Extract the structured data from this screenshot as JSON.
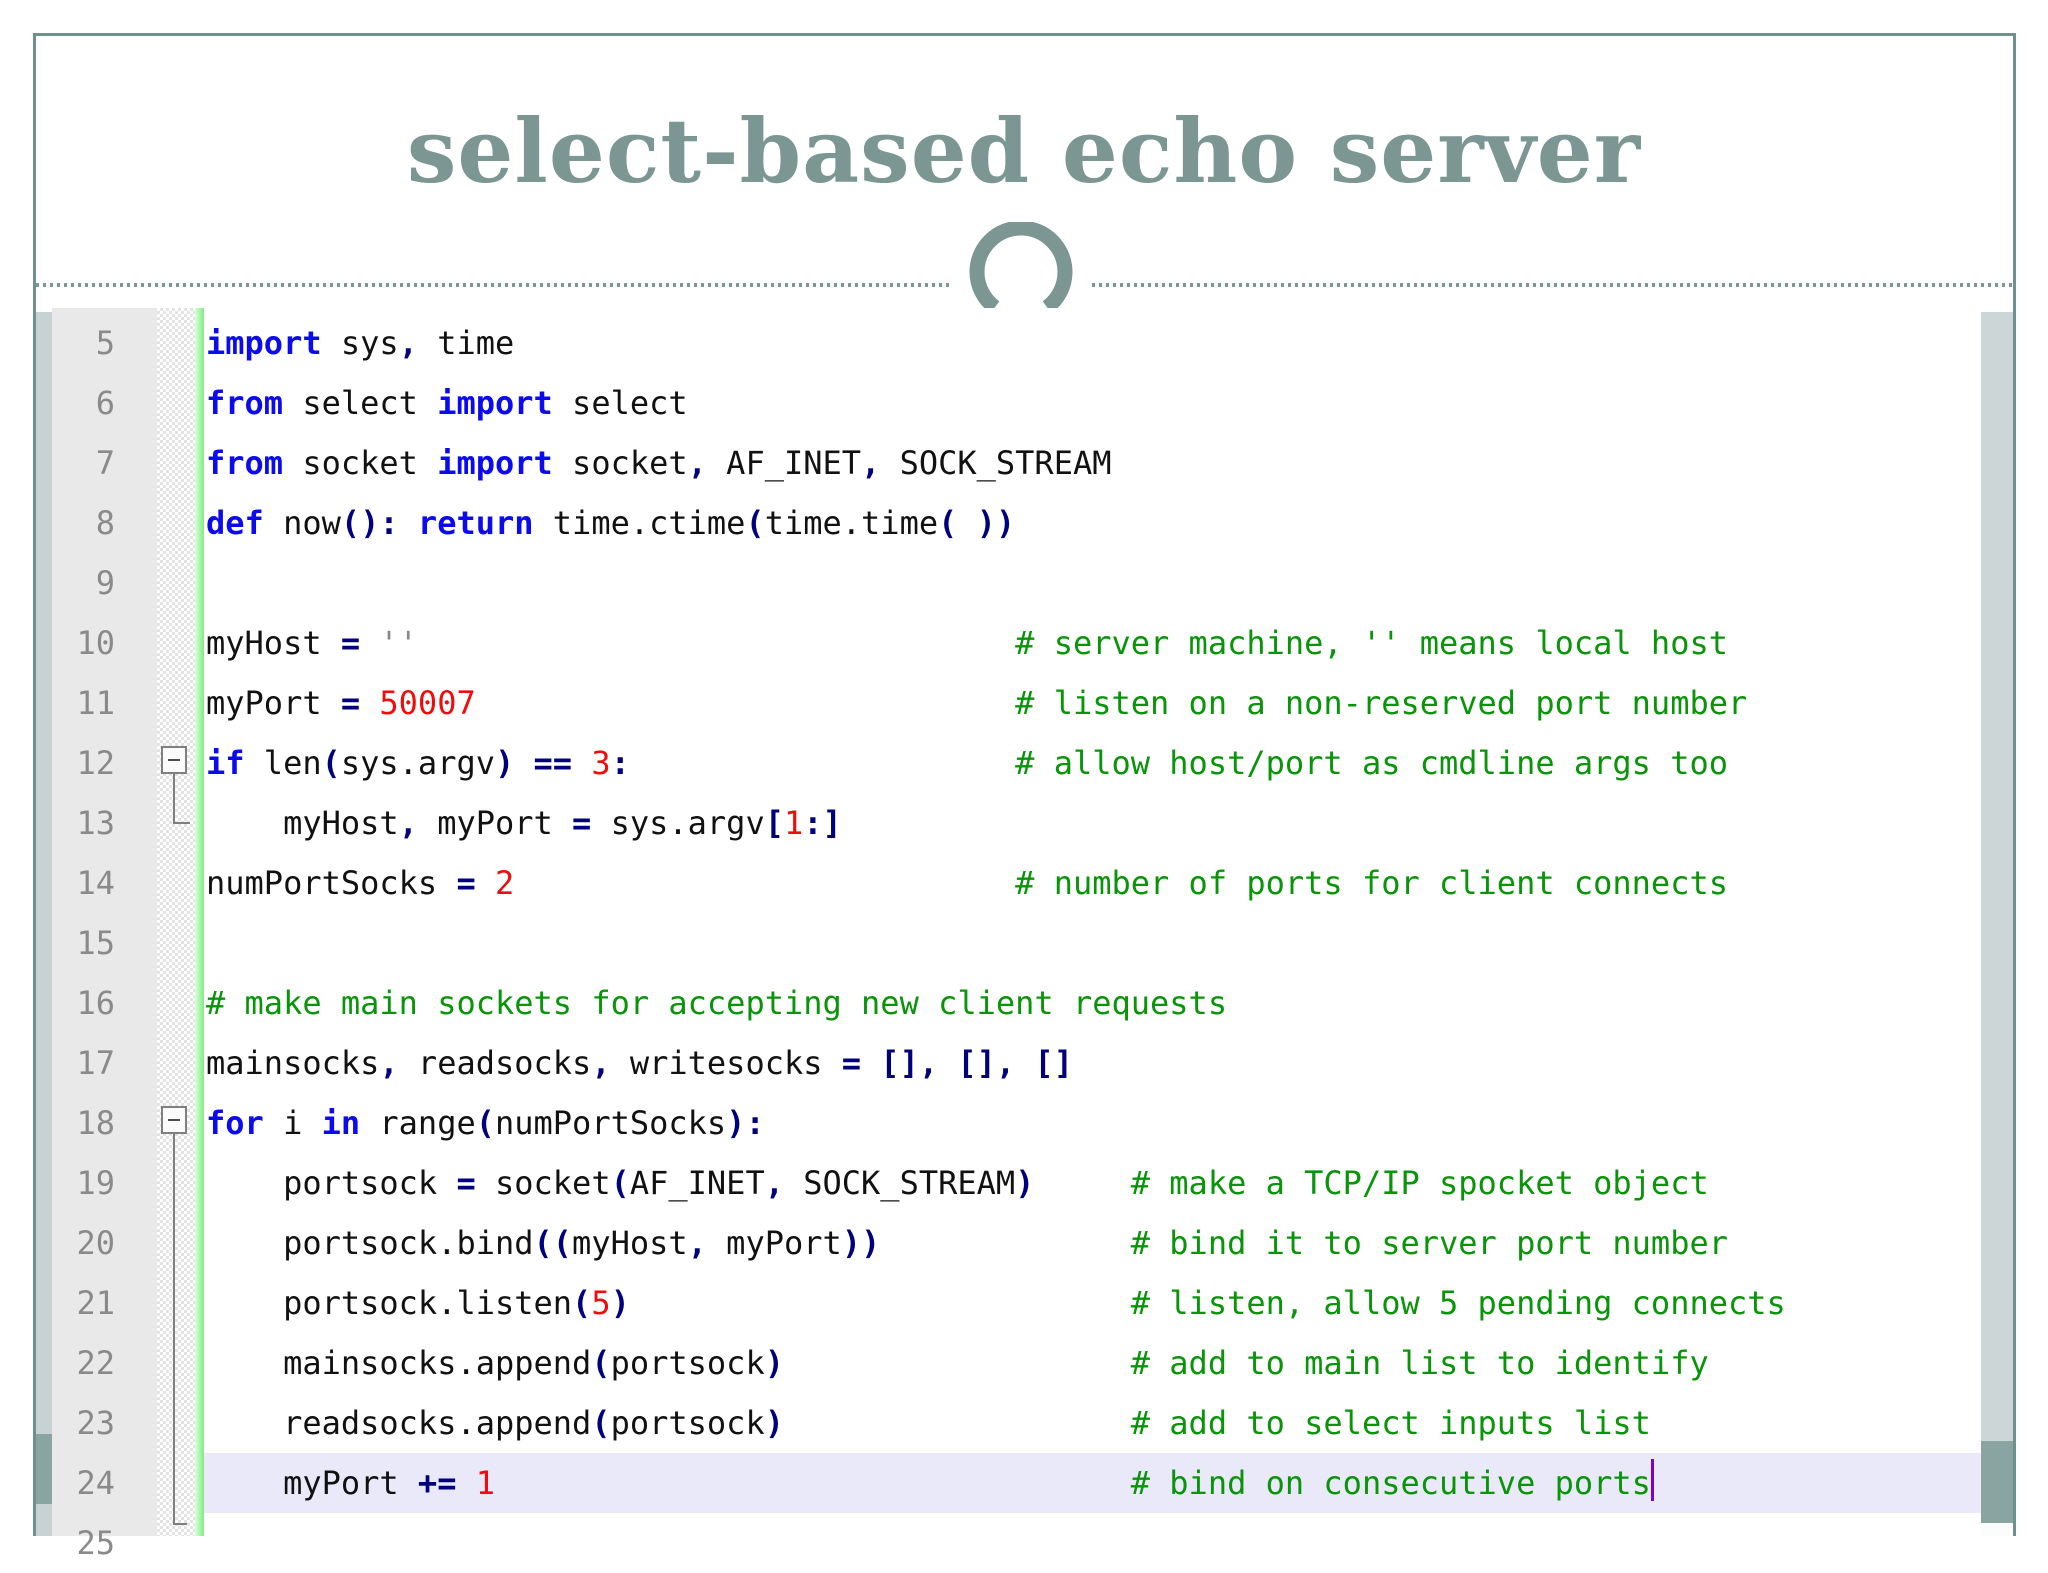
{
  "slide": {
    "title": "select-based echo server"
  },
  "colors": {
    "accent_teal": "#7c9693",
    "border_teal": "#6f908d",
    "keyword_blue": "#0b0bee",
    "operator_navy": "#00007d",
    "number_red": "#ee0d0d",
    "comment_green": "#0a940a",
    "string_gray": "#8a8a8a",
    "function_magenta": "#e000e0",
    "current_line_lavender": "#e9e9fa",
    "margin_green": "#82ea82",
    "gutter_gray": "#e9e9e9",
    "scroll_thumb_teal": "#8aa5a1",
    "caret_purple": "#7a00cc"
  },
  "decorations": {
    "divider": "dotted-line",
    "ornament": "open-ring"
  },
  "editor": {
    "first_line": 5,
    "last_line": 25,
    "lines": [
      {
        "num": 5,
        "fold": null,
        "tokens": [
          [
            "kw",
            "import"
          ],
          [
            "pl",
            " sys"
          ],
          [
            "op",
            ","
          ],
          [
            "pl",
            " time"
          ]
        ]
      },
      {
        "num": 6,
        "fold": null,
        "tokens": [
          [
            "kw",
            "from"
          ],
          [
            "pl",
            " select "
          ],
          [
            "kw",
            "import"
          ],
          [
            "pl",
            " select"
          ]
        ]
      },
      {
        "num": 7,
        "fold": null,
        "tokens": [
          [
            "kw",
            "from"
          ],
          [
            "pl",
            " socket "
          ],
          [
            "kw",
            "import"
          ],
          [
            "pl",
            " socket"
          ],
          [
            "op",
            ","
          ],
          [
            "pl",
            " AF_INET"
          ],
          [
            "op",
            ","
          ],
          [
            "pl",
            " SOCK_STREAM"
          ]
        ]
      },
      {
        "num": 8,
        "fold": null,
        "tokens": [
          [
            "kw",
            "def"
          ],
          [
            "pl",
            " "
          ],
          [
            "fn",
            "now"
          ],
          [
            "op",
            "():"
          ],
          [
            "pl",
            " "
          ],
          [
            "kw",
            "return"
          ],
          [
            "pl",
            " time.ctime"
          ],
          [
            "op",
            "("
          ],
          [
            "pl",
            "time.time"
          ],
          [
            "op",
            "( ))"
          ]
        ]
      },
      {
        "num": 9,
        "fold": null,
        "tokens": []
      },
      {
        "num": 10,
        "fold": null,
        "tokens": [
          [
            "pl",
            "myHost "
          ],
          [
            "op",
            "="
          ],
          [
            "pl",
            " "
          ],
          [
            "str",
            "''"
          ]
        ],
        "comment": "# server machine, '' means local host",
        "comment_col": 42
      },
      {
        "num": 11,
        "fold": null,
        "tokens": [
          [
            "pl",
            "myPort "
          ],
          [
            "op",
            "="
          ],
          [
            "pl",
            " "
          ],
          [
            "num",
            "50007"
          ]
        ],
        "comment": "# listen on a non-reserved port number",
        "comment_col": 42
      },
      {
        "num": 12,
        "fold": "minus",
        "tokens": [
          [
            "kw",
            "if"
          ],
          [
            "pl",
            " len"
          ],
          [
            "op",
            "("
          ],
          [
            "pl",
            "sys.argv"
          ],
          [
            "op",
            ")"
          ],
          [
            "pl",
            " "
          ],
          [
            "op",
            "=="
          ],
          [
            "pl",
            " "
          ],
          [
            "num",
            "3"
          ],
          [
            "op",
            ":"
          ]
        ],
        "comment": "# allow host/port as cmdline args too",
        "comment_col": 42
      },
      {
        "num": 13,
        "fold": "end",
        "tokens": [
          [
            "pl",
            "    myHost"
          ],
          [
            "op",
            ","
          ],
          [
            "pl",
            " myPort "
          ],
          [
            "op",
            "="
          ],
          [
            "pl",
            " sys.argv"
          ],
          [
            "op",
            "["
          ],
          [
            "num",
            "1"
          ],
          [
            "op",
            ":]"
          ]
        ]
      },
      {
        "num": 14,
        "fold": null,
        "tokens": [
          [
            "pl",
            "numPortSocks "
          ],
          [
            "op",
            "="
          ],
          [
            "pl",
            " "
          ],
          [
            "num",
            "2"
          ]
        ],
        "comment": "# number of ports for client connects",
        "comment_col": 42
      },
      {
        "num": 15,
        "fold": null,
        "tokens": []
      },
      {
        "num": 16,
        "fold": null,
        "tokens": [
          [
            "cm",
            "# make main sockets for accepting new client requests"
          ]
        ]
      },
      {
        "num": 17,
        "fold": null,
        "tokens": [
          [
            "pl",
            "mainsocks"
          ],
          [
            "op",
            ","
          ],
          [
            "pl",
            " readsocks"
          ],
          [
            "op",
            ","
          ],
          [
            "pl",
            " writesocks "
          ],
          [
            "op",
            "="
          ],
          [
            "pl",
            " "
          ],
          [
            "op",
            "[], [], []"
          ]
        ]
      },
      {
        "num": 18,
        "fold": "minus",
        "tokens": [
          [
            "kw",
            "for"
          ],
          [
            "pl",
            " i "
          ],
          [
            "kw",
            "in"
          ],
          [
            "pl",
            " range"
          ],
          [
            "op",
            "("
          ],
          [
            "pl",
            "numPortSocks"
          ],
          [
            "op",
            "):"
          ]
        ]
      },
      {
        "num": 19,
        "fold": "mid",
        "tokens": [
          [
            "pl",
            "    portsock "
          ],
          [
            "op",
            "="
          ],
          [
            "pl",
            " socket"
          ],
          [
            "op",
            "("
          ],
          [
            "pl",
            "AF_INET"
          ],
          [
            "op",
            ","
          ],
          [
            "pl",
            " SOCK_STREAM"
          ],
          [
            "op",
            ")"
          ]
        ],
        "comment": "# make a TCP/IP spocket object",
        "comment_col": 48
      },
      {
        "num": 20,
        "fold": "mid",
        "tokens": [
          [
            "pl",
            "    portsock.bind"
          ],
          [
            "op",
            "(("
          ],
          [
            "pl",
            "myHost"
          ],
          [
            "op",
            ","
          ],
          [
            "pl",
            " myPort"
          ],
          [
            "op",
            "))"
          ]
        ],
        "comment": "# bind it to server port number",
        "comment_col": 48
      },
      {
        "num": 21,
        "fold": "mid",
        "tokens": [
          [
            "pl",
            "    portsock.listen"
          ],
          [
            "op",
            "("
          ],
          [
            "num",
            "5"
          ],
          [
            "op",
            ")"
          ]
        ],
        "comment": "# listen, allow 5 pending connects",
        "comment_col": 48
      },
      {
        "num": 22,
        "fold": "mid",
        "tokens": [
          [
            "pl",
            "    mainsocks.append"
          ],
          [
            "op",
            "("
          ],
          [
            "pl",
            "portsock"
          ],
          [
            "op",
            ")"
          ]
        ],
        "comment": "# add to main list to identify",
        "comment_col": 48
      },
      {
        "num": 23,
        "fold": "mid",
        "tokens": [
          [
            "pl",
            "    readsocks.append"
          ],
          [
            "op",
            "("
          ],
          [
            "pl",
            "portsock"
          ],
          [
            "op",
            ")"
          ]
        ],
        "comment": "# add to select inputs list",
        "comment_col": 48
      },
      {
        "num": 24,
        "fold": "mid",
        "current": true,
        "caret": true,
        "tokens": [
          [
            "pl",
            "    myPort "
          ],
          [
            "op",
            "+="
          ],
          [
            "pl",
            " "
          ],
          [
            "num",
            "1"
          ]
        ],
        "comment": "# bind on consecutive ports",
        "comment_col": 48
      },
      {
        "num": 25,
        "fold": "end2",
        "tokens": []
      }
    ]
  }
}
